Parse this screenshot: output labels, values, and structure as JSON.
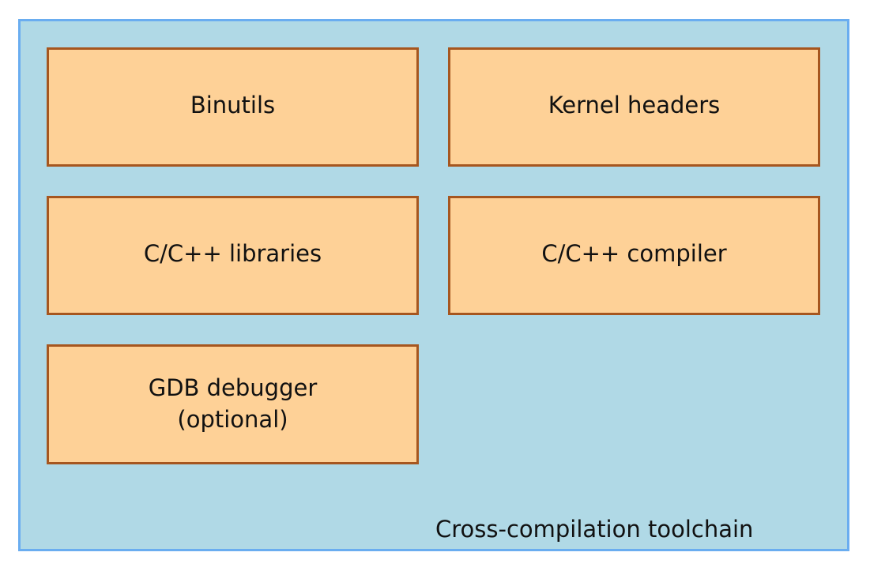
{
  "diagram": {
    "container_label": "Cross-compilation toolchain",
    "components": [
      {
        "label": "Binutils"
      },
      {
        "label": "Kernel headers"
      },
      {
        "label": "C/C++ libraries"
      },
      {
        "label": "C/C++ compiler"
      },
      {
        "label_lines": [
          "GDB debugger",
          "(optional)"
        ]
      }
    ],
    "colors": {
      "container_fill": "#b0d9e6",
      "container_border": "#6aadf0",
      "box_fill": "#fed197",
      "box_border": "#a6561f"
    }
  }
}
